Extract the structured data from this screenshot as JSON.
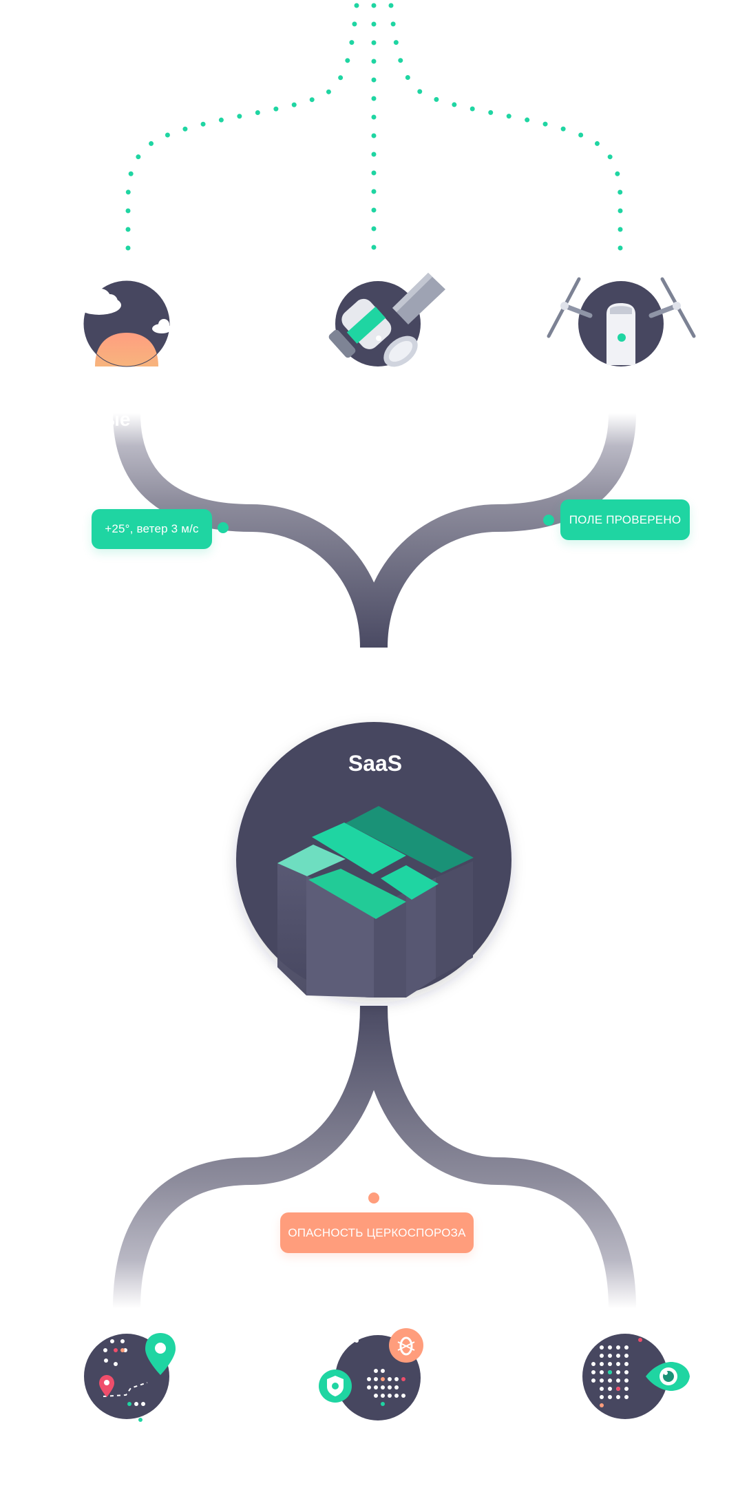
{
  "labels": {
    "weather": "+25°, ветер 3 м/с",
    "field_checked": "ПОЛЕ ПРОВЕРЕНО",
    "saas": "SaaS",
    "danger": "ОПАСНОСТЬ ЦЕРКОСПОРОЗА",
    "partial_top": "ыe"
  },
  "colors": {
    "accent_green": "#1fd5a2",
    "accent_orange": "#ff9d7c",
    "node_dark": "#474760",
    "pipe_gray": "#8a8999",
    "pin_red": "#ef4e6b"
  },
  "icons": {
    "weather": "weather-icon",
    "satellite": "satellite-icon",
    "drone": "drone-icon",
    "saas": "saas-field-stack-icon",
    "map": "map-route-icon",
    "disease": "disease-shield-icon",
    "monitoring": "monitoring-eye-icon"
  }
}
